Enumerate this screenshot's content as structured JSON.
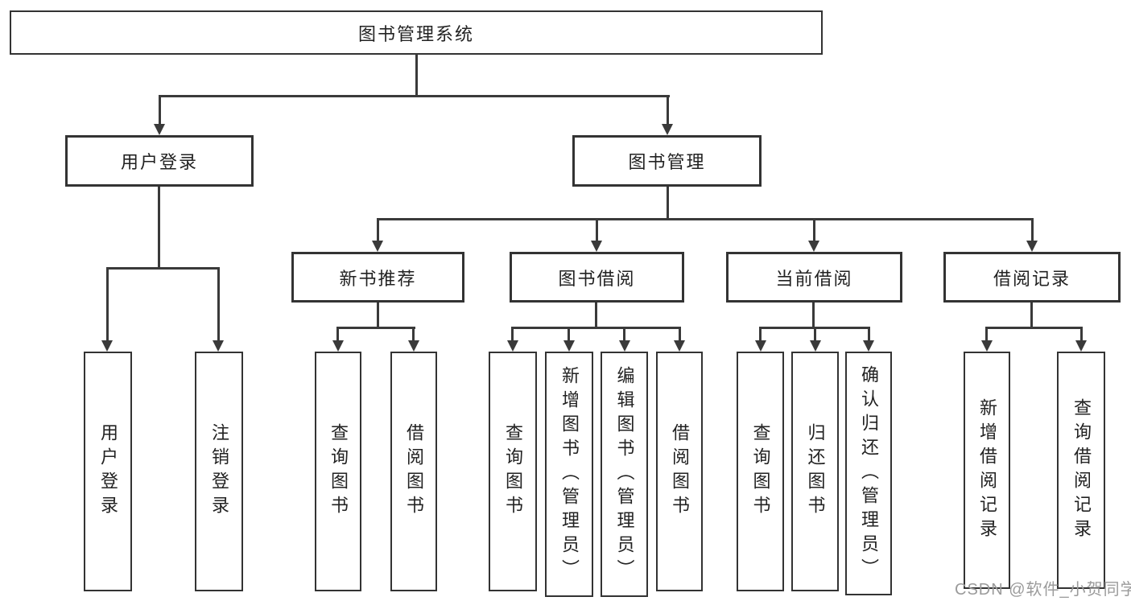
{
  "diagram": {
    "title": "图书管理系统",
    "tree": {
      "root": {
        "label": "图书管理系统",
        "children": [
          {
            "label": "用户登录",
            "children": [
              {
                "label": "用户登录"
              },
              {
                "label": "注销登录"
              }
            ]
          },
          {
            "label": "图书管理",
            "children": [
              {
                "label": "新书推荐",
                "children": [
                  {
                    "label": "查询图书"
                  },
                  {
                    "label": "借阅图书"
                  }
                ]
              },
              {
                "label": "图书借阅",
                "children": [
                  {
                    "label": "查询图书"
                  },
                  {
                    "label": "新增图书（管理员）"
                  },
                  {
                    "label": "编辑图书（管理员）"
                  },
                  {
                    "label": "借阅图书"
                  }
                ]
              },
              {
                "label": "当前借阅",
                "children": [
                  {
                    "label": "查询图书"
                  },
                  {
                    "label": "归还图书"
                  },
                  {
                    "label": "确认归还（管理员）"
                  }
                ]
              },
              {
                "label": "借阅记录",
                "children": [
                  {
                    "label": "新增借阅记录"
                  },
                  {
                    "label": "查询借阅记录"
                  }
                ]
              }
            ]
          }
        ]
      }
    }
  },
  "watermark": {
    "text": "CSDN @软件_小贺同学"
  },
  "colors": {
    "line": "#3a3a3a",
    "box_border": "#333333",
    "text": "#222222",
    "watermark": "#9b9b9b",
    "background": "#ffffff"
  }
}
